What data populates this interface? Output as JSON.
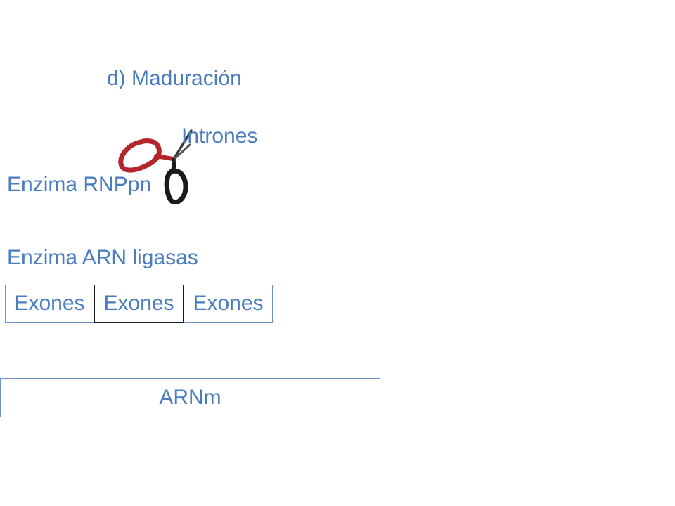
{
  "title": "d) Maduración",
  "labels": {
    "introns": "Intrones",
    "enzyme_rnppn": "Enzima RNPpn",
    "enzyme_ligase": "Enzima ARN ligasas"
  },
  "exons": [
    "Exones",
    "Exones",
    "Exones"
  ],
  "product": "ARNm",
  "icon": "scissors-icon",
  "colors": {
    "text": "#4a7dbf",
    "box_border": "#6d94c8",
    "scissors_handle": "#b3262b",
    "scissors_handle_dark": "#1a1a1a"
  }
}
